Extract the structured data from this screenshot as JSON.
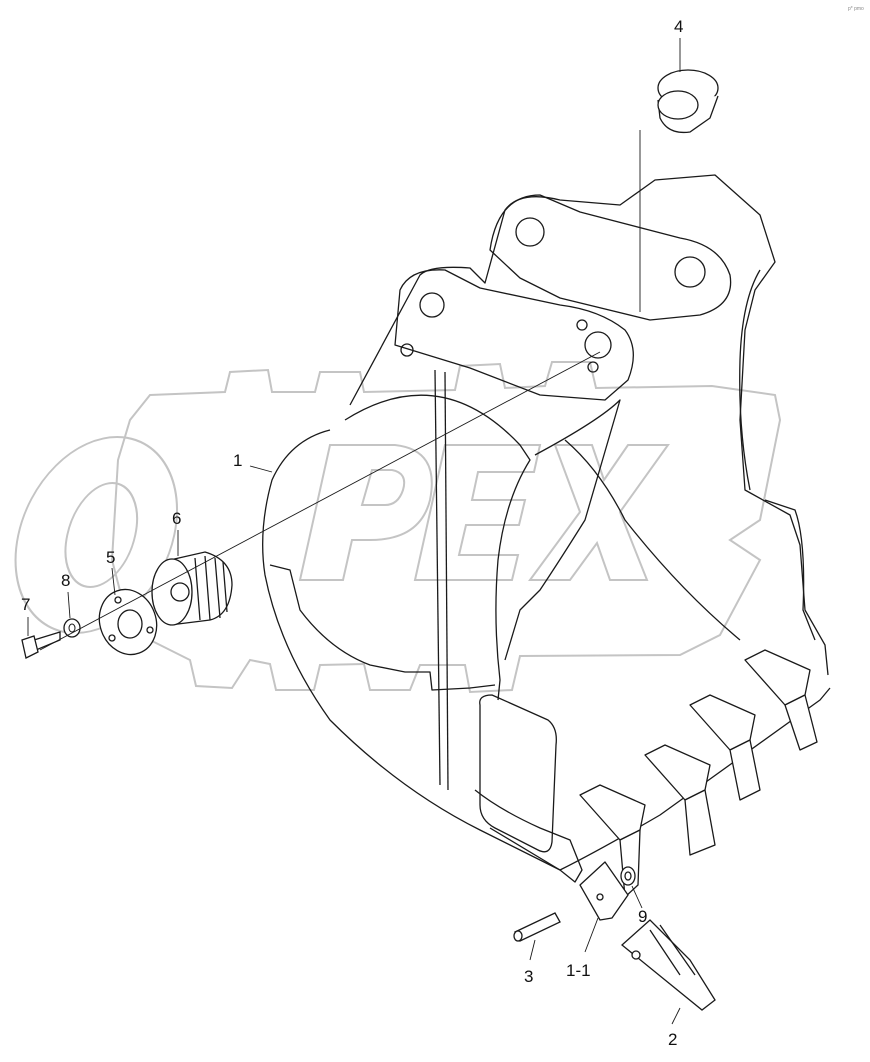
{
  "watermark": {
    "text": "OPEX",
    "color": "#bdbdbd"
  },
  "corner_code": "p* pmo",
  "callouts": {
    "c1": "1",
    "c1_1": "1-1",
    "c2": "2",
    "c3": "3",
    "c4": "4",
    "c5": "5",
    "c6": "6",
    "c7": "7",
    "c8": "8",
    "c9": "9"
  },
  "colors": {
    "line": "#1a1a1a",
    "watermark": "#bdbdbd",
    "background": "#ffffff"
  }
}
